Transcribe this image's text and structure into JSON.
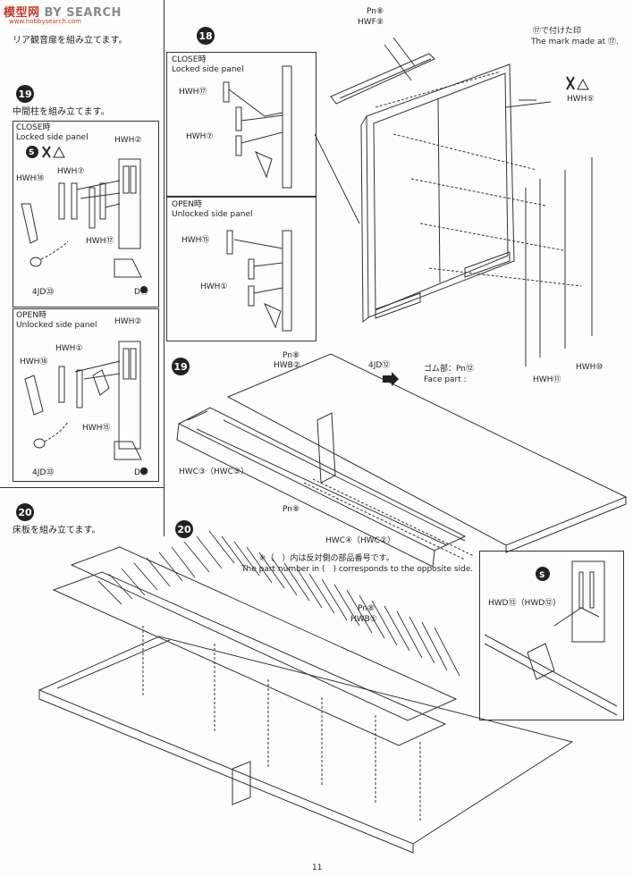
{
  "watermark": {
    "brand_prefix": "模型网",
    "brand": "BY SEARCH",
    "url": "www.hobbysearch.com"
  },
  "step19_left": {
    "step_number": "19",
    "heading_jp": "中間柱を組み立てます。",
    "close_title_jp": "CLOSE時",
    "close_title_en": "Locked side panel",
    "close_parts": [
      "HWH②",
      "HWH⑦",
      "HWH⑱",
      "HWH⑰",
      "4JD㉝",
      "D㉚"
    ],
    "open_title_jp": "OPEN時",
    "open_title_en": "Unlocked side panel",
    "open_parts": [
      "HWH②",
      "HWH①",
      "HWH⑱",
      "HWH⑮",
      "4JD㉝",
      "D㉚"
    ]
  },
  "top_left_text_jp": "リア観音扉を組み立てます。",
  "step18": {
    "step_number": "18",
    "close_title_jp": "CLOSE時",
    "close_title_en": "Locked side panel",
    "close_parts": [
      "HWH⑰",
      "HWH⑦"
    ],
    "open_title_jp": "OPEN時",
    "open_title_en": "Unlocked side panel",
    "open_parts": [
      "HWH⑮",
      "HWH①"
    ]
  },
  "door": {
    "top_label_a": "Pn⑧",
    "top_label_b": "HWF⑨",
    "mark_jp": "⑰で付けた印",
    "mark_en": "The mark made at ⑰.",
    "hwh5": "HWH⑤",
    "hwh10": "HWH⑩",
    "hwh11": "HWH⑪",
    "jd12": "4JD⑫",
    "rubber_jp": "ゴム部：Pn⑫",
    "face_part": "Face part :"
  },
  "step19_main": {
    "step_number": "19",
    "pn8_a": "Pn⑧",
    "hwb2": "HWB②",
    "hwc3": "HWC③（HWC⑤）",
    "pn8_b": "Pn⑧",
    "hwc4": "HWC④（HWC②）"
  },
  "note": {
    "jp": "※（　）内は反対側の部品番号です。",
    "en": "The part number in (　) corresponds to the opposite side."
  },
  "step20": {
    "step_number": "20",
    "heading_jp": "床板を組み立てます。",
    "pn8": "Pn⑧",
    "hwb1": "HWB①"
  },
  "step20_right": {
    "step_number": "20",
    "hwd": "HWD⑬（HWD⑫）"
  },
  "page_number": "11"
}
